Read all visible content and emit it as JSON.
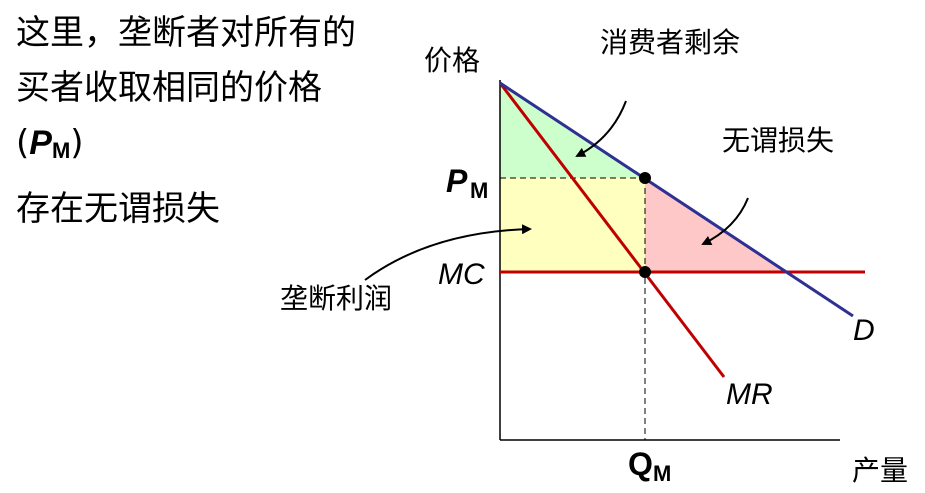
{
  "text": {
    "line1": "这里，垄断者对所有的买者收取相同的价格 (",
    "pm_letter": "P",
    "pm_sub": "M",
    "line1_end": ")",
    "line2": "存在无谓损失"
  },
  "diagram": {
    "y_axis_label": "价格",
    "x_axis_label": "产量",
    "pm_letter": "P",
    "pm_sub": "M",
    "mc_label": "MC",
    "qm_letter": "Q",
    "qm_sub": "M",
    "d_label": "D",
    "mr_label": "MR",
    "consumer_surplus_label": "消费者剩余",
    "deadweight_loss_label": "无谓损失",
    "monopoly_profit_label": "垄断利润",
    "colors": {
      "demand": "#2E3192",
      "mr_mc": "#C00000",
      "consumer_surplus": "#CCFFCC",
      "profit": "#FFFFC0",
      "deadweight_loss": "#FFC8C8"
    }
  }
}
